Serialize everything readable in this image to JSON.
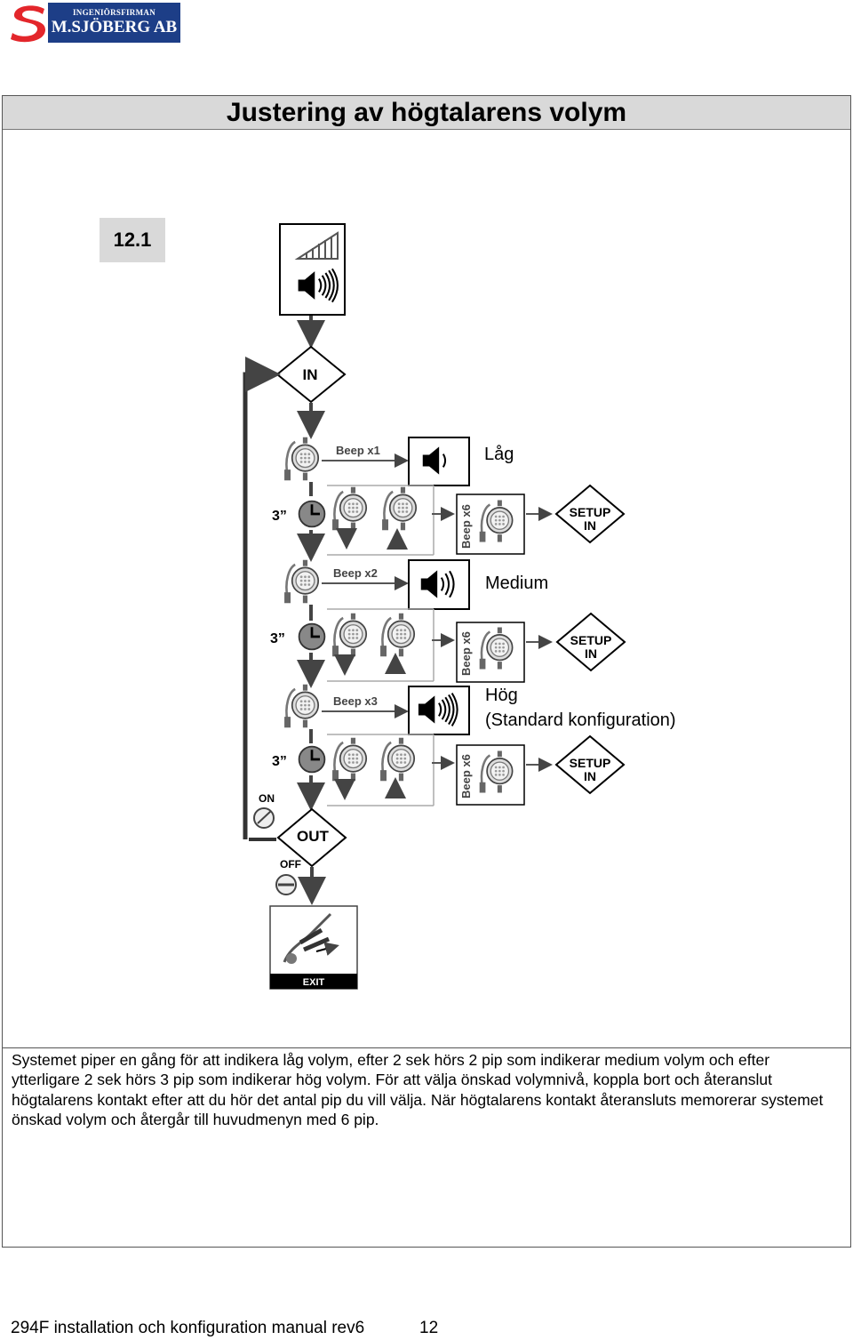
{
  "header": {
    "logo_small": "INGENIÖRSFIRMAN",
    "logo_big": "M.SJÖBERG AB"
  },
  "section": {
    "title": "Justering av högtalarens volym",
    "step_number": "12.1"
  },
  "diagram": {
    "start_node": "IN",
    "end_node": "OUT",
    "switch_on_label": "ON",
    "switch_off_label": "OFF",
    "exit_label": "EXIT",
    "delay_label": "3”",
    "confirm_beep_label": "Beep x6",
    "setup_label": "SETUP",
    "setup_sub_label": "IN",
    "levels": [
      {
        "beep_label": "Beep x1",
        "name": "Låg",
        "note": ""
      },
      {
        "beep_label": "Beep x2",
        "name": "Medium",
        "note": ""
      },
      {
        "beep_label": "Beep x3",
        "name": "Hög",
        "note": "(Standard konfiguration)"
      }
    ]
  },
  "body_text": "Systemet piper en gång för att indikera låg volym, efter 2 sek hörs 2 pip som indikerar medium volym och efter ytterligare 2 sek hörs 3 pip som indikerar hög volym. För att välja önskad volymnivå, koppla bort och återanslut högtalarens kontakt efter att du hör det antal pip du vill välja. När högtalarens kontakt återansluts memorerar systemet önskad volym och återgår till huvudmenyn med 6 pip.",
  "footer": {
    "doc_title": "294F installation och konfiguration manual rev6",
    "page_number": "12"
  },
  "colors": {
    "logo_red": "#e3262b",
    "logo_blue": "#1d3e87",
    "title_bar": "#d9d9d9"
  }
}
